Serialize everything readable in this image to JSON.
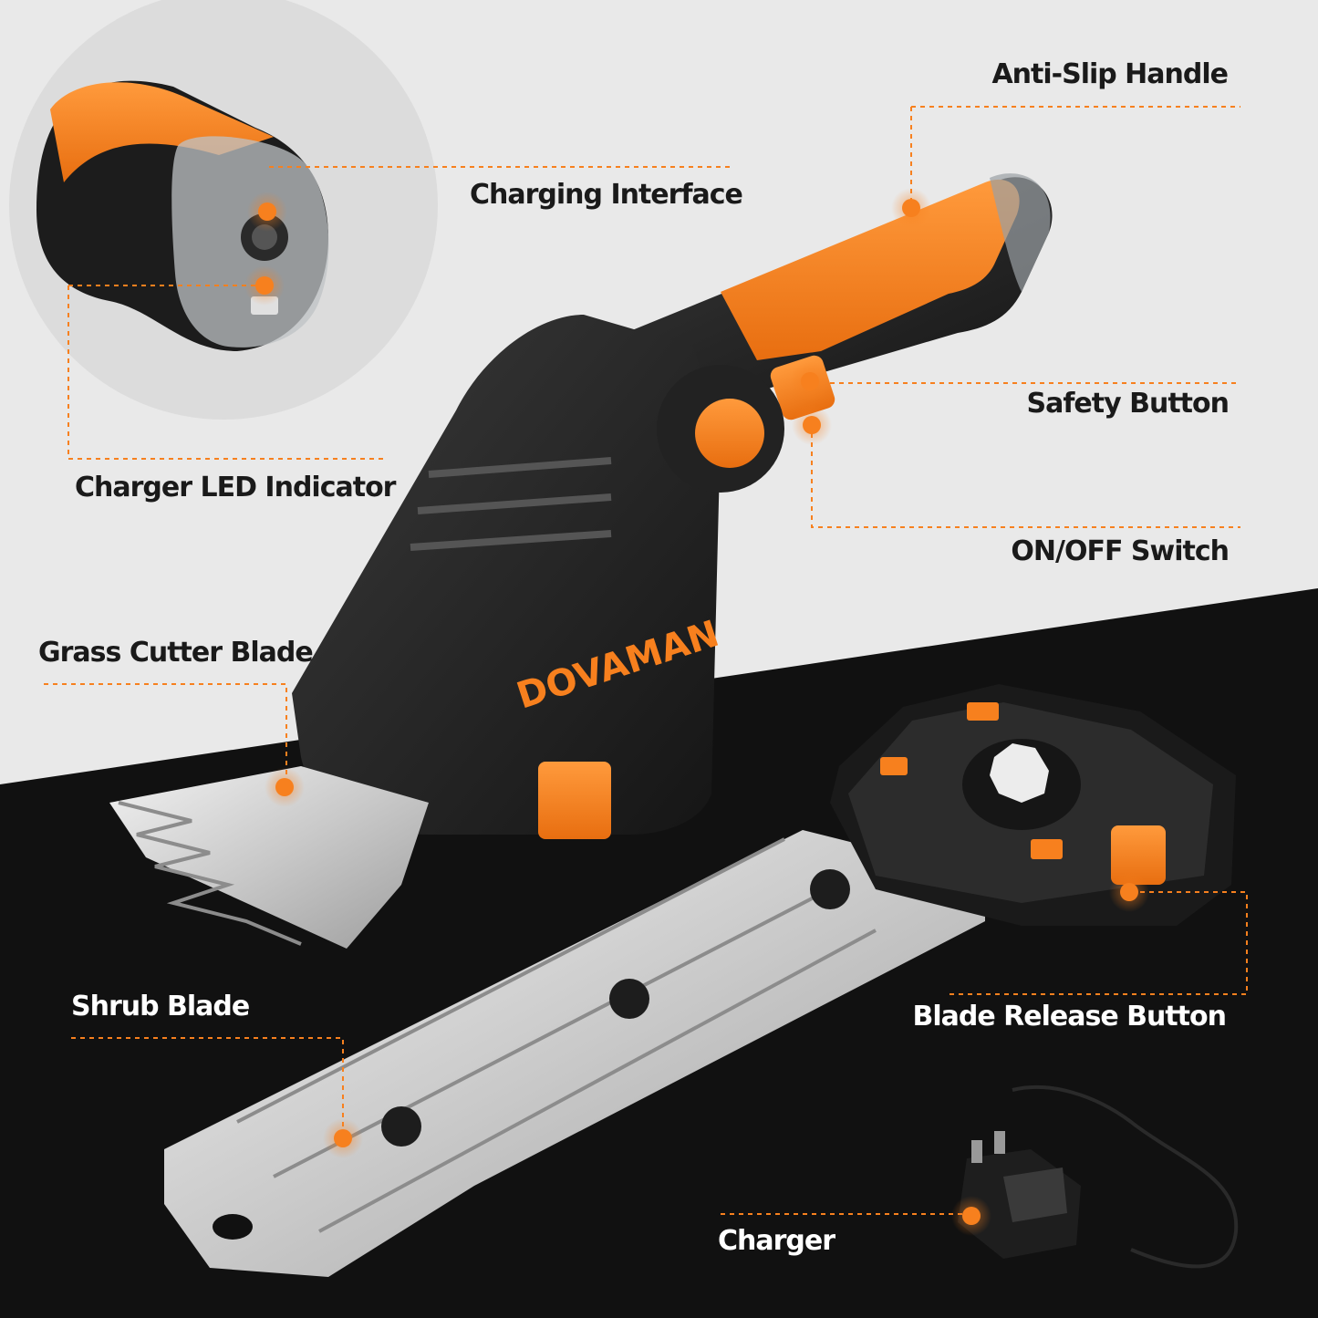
{
  "brand": {
    "logo_text": "DOVAMAN",
    "accent": "#f7801e",
    "bg_light": "#e9e9e9",
    "bg_dark": "#111111"
  },
  "labels": {
    "anti_slip_handle": "Anti-Slip Handle",
    "charging_interface": "Charging Interface",
    "safety_button": "Safety Button",
    "charger_led_indicator": "Charger LED Indicator",
    "on_off_switch": "ON/OFF Switch",
    "grass_cutter_blade": "Grass Cutter Blade",
    "shrub_blade": "Shrub Blade",
    "blade_release_button": "Blade Release Button",
    "charger": "Charger"
  }
}
